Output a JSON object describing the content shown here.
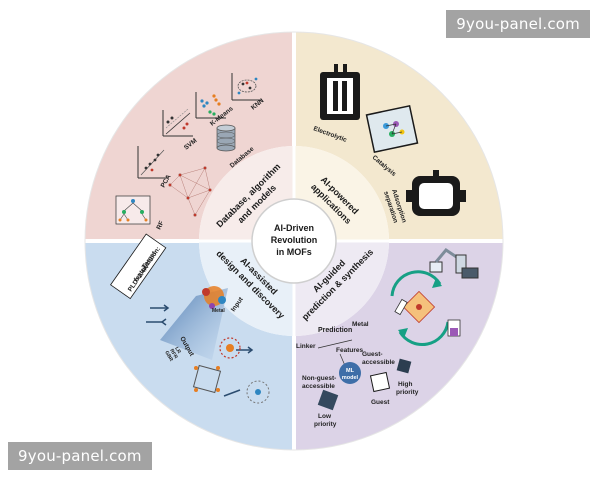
{
  "watermark_text": "9you-panel.com",
  "center": {
    "line1": "AI-Driven",
    "line2": "Revolution",
    "line3": "in MOFs"
  },
  "ring": {
    "top_left": {
      "line1": "Database, algorithm",
      "line2": "and models"
    },
    "top_right": {
      "line1": "AI-powered",
      "line2": "applications"
    },
    "bottom_left": {
      "line1": "AI-assisted",
      "line2": "design and discovery"
    },
    "bottom_right": {
      "line1": "AI-guided",
      "line2": "prediction & synthesis"
    }
  },
  "quadrants": {
    "top_left": {
      "color": "#efd5d2",
      "labels": {
        "knn": "KNN",
        "kmeans": "K-Means",
        "svm": "SVM",
        "pca": "PCA",
        "rf": "RF",
        "database": "Database"
      }
    },
    "top_right": {
      "color": "#f3e8cf",
      "labels": {
        "electrolytic": "Electrolytic",
        "catalysis": "Catalysis",
        "adsorption1": "Adsorption",
        "adsorption2": "separation"
      }
    },
    "bottom_left": {
      "color": "#c9dcef",
      "labels": {
        "target1": "Target",
        "target2": "featurization:",
        "target3": "PLD>2.4Å",
        "input": "Input",
        "output": "Output",
        "metal": "Metal",
        "lr1": "LR",
        "lr2": "RFR",
        "lr3": "GBR"
      }
    },
    "bottom_right": {
      "color": "#dcd3e7",
      "labels": {
        "prediction": "Prediction",
        "metal": "Metal",
        "linker": "Linker",
        "features": "Features",
        "ml1": "ML",
        "ml2": "model",
        "nonguest1": "Non-guest-",
        "nonguest2": "accessible",
        "guestacc1": "Guest-",
        "guestacc2": "accessible",
        "guest": "Guest",
        "high1": "High",
        "high2": "priority",
        "low1": "Low",
        "low2": "priority"
      }
    }
  }
}
